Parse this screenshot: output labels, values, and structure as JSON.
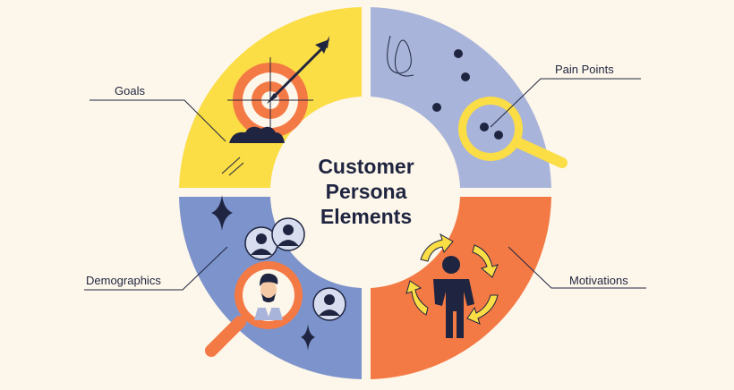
{
  "center_title": {
    "line1": "Customer",
    "line2": "Persona",
    "line3": "Elements"
  },
  "segments": [
    {
      "id": "goals",
      "label": "Goals",
      "color": "#fbdd45",
      "icon": "target-arrow"
    },
    {
      "id": "pain-points",
      "label": "Pain Points",
      "color": "#a9b4da",
      "icon": "magnifier"
    },
    {
      "id": "demographics",
      "label": "Demographics",
      "color": "#7d93cc",
      "icon": "people-magnifier"
    },
    {
      "id": "motivations",
      "label": "Motivations",
      "color": "#f47a45",
      "icon": "person-cycle"
    }
  ],
  "colors": {
    "background": "#fdf6ea",
    "ink": "#1f2540",
    "orange": "#f47a45",
    "yellow": "#fbdd45",
    "light_blue": "#a9b4da",
    "blue": "#7d93cc"
  }
}
